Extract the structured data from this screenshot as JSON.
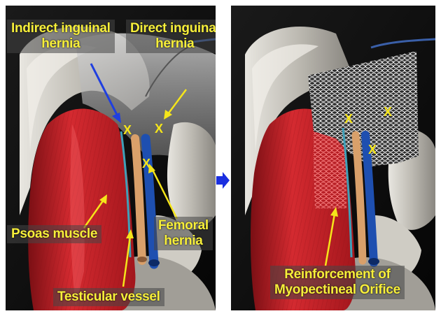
{
  "labels": {
    "indirect_line1": "Indirect inguinal",
    "indirect_line2": "hernia",
    "direct_line1": "Direct inguinal",
    "direct_line2": "hernia",
    "psoas": "Psoas muscle",
    "femoral_line1": "Femoral",
    "femoral_line2": "hernia",
    "testicular": "Testicular vessel",
    "reinforcement_line1": "Reinforcement of",
    "reinforcement_line2": "Myopectineal Orifice"
  },
  "markers": {
    "x_glyph": "X"
  },
  "colors": {
    "label_text": "#f7ef3a",
    "label_bg": "#464646",
    "indirect_arrow": "#1f3fe0",
    "pointer_arrow": "#f5e51a",
    "psoas_muscle": "#c8202a",
    "vein": "#1e4fb0",
    "artery": "#d9a06a",
    "transition_arrow": "#1a2fe0"
  },
  "icons": {
    "transition": "right-arrow-icon",
    "hernia_marker": "x-mark-icon"
  }
}
